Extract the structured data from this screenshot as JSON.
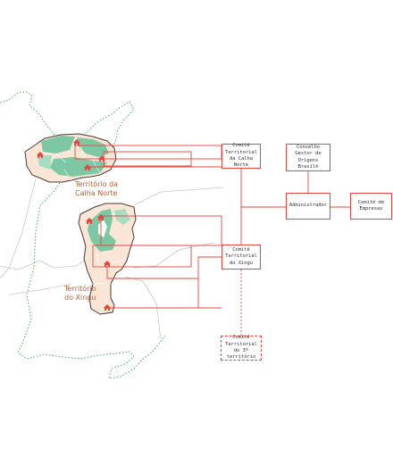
{
  "colors": {
    "accent": "#e8453c",
    "territory_fill": "#f9e6d6",
    "protected_area": "#7cc8a4",
    "border": "#36a85a",
    "label": "#b4633a"
  },
  "regions": {
    "calha_norte": "Território da\nCalha Norte",
    "xingu": "Território\ndo Xingu"
  },
  "boxes": {
    "calha_norte_committee": "Comitê\nTerritorial\nda Calha Norte",
    "xingu_committee": "Comitê\nTerritorial\ndo Xingu",
    "third_committee": "Comitê\nTerritorial\ndo 3º território",
    "council": "Conselho\nGestor de\nOrigens Brasil®",
    "administrator": "Administrador",
    "companies_committee": "Comitê de\nEmpresas"
  },
  "icons": [
    "house-icon"
  ]
}
